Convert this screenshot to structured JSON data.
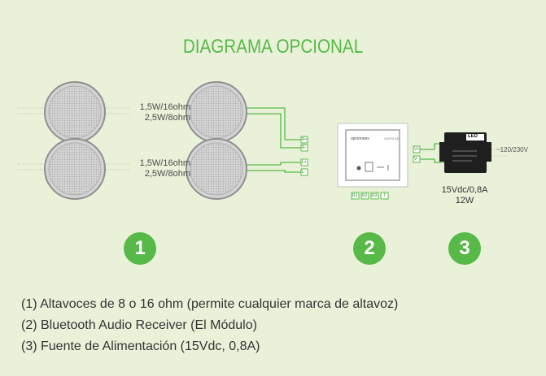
{
  "title": "DIAGRAMA OPCIONAL",
  "speaker_labels": {
    "top": [
      "1,5W/16ohm",
      "2,5W/8ohm"
    ],
    "bottom": [
      "1,5W/16ohm",
      "2,5W/8ohm"
    ]
  },
  "module": {
    "brand": "opcionnes",
    "small_text": "CAPSULE",
    "terminals_left": [
      "R+",
      "R-",
      "L+",
      "L-"
    ],
    "terminals_power": [
      "V+",
      "V-"
    ],
    "bottom_buttons": [
      "R1",
      "R2",
      "R3",
      "T"
    ]
  },
  "power_supply": {
    "output": "15Vdc/0,8A",
    "power": "12W",
    "mains": "~120/230V",
    "badge": "LED"
  },
  "badges": [
    "1",
    "2",
    "3"
  ],
  "legend": [
    "(1) Altavoces de 8 o 16 ohm (permite cualquier marca de altavoz)",
    "(2) Bluetooth Audio Receiver (El Módulo)",
    "(3) Fuente de Alimentación (15Vdc, 0,8A)"
  ],
  "colors": {
    "background": "#e9f2d9",
    "accent": "#57b947",
    "wire": "#57b947",
    "speaker_grille": "#9a9a9a"
  }
}
